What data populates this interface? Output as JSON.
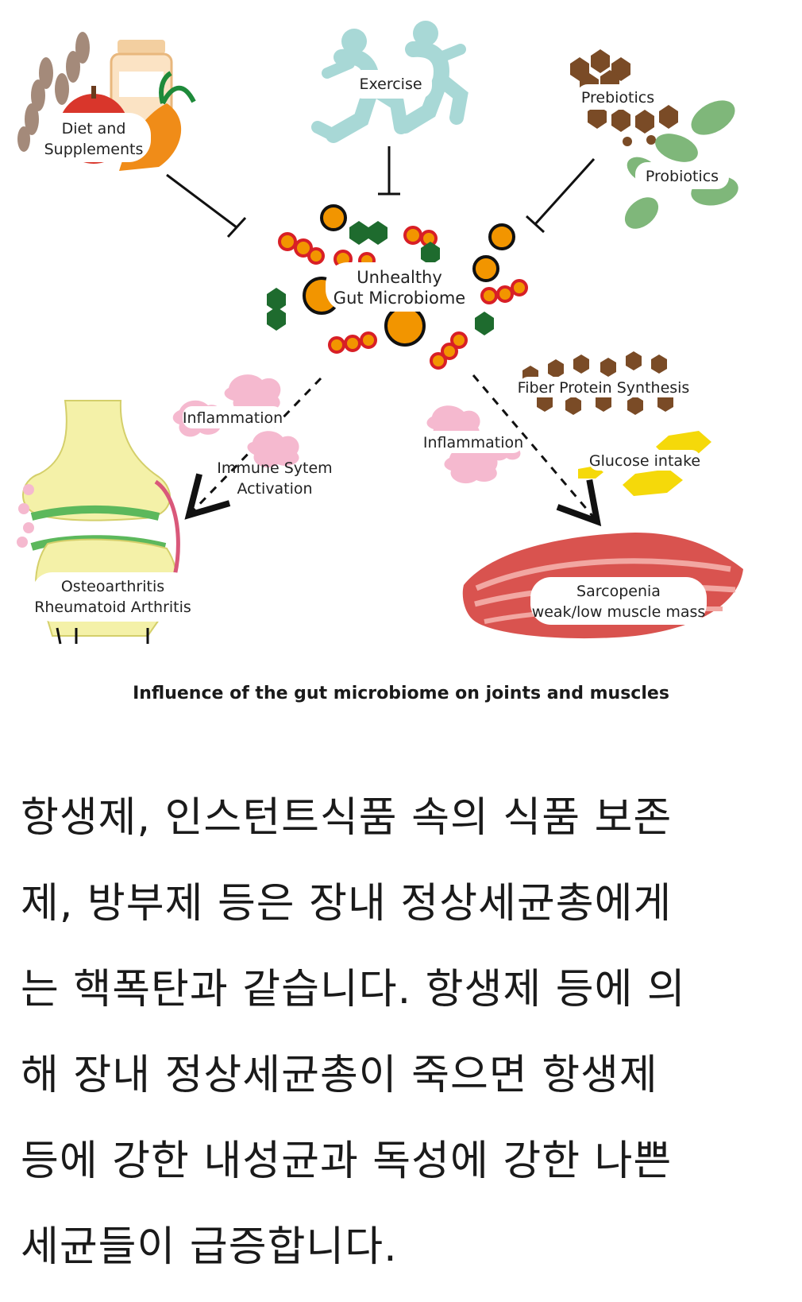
{
  "diagram": {
    "labels": {
      "diet": [
        "Diet and",
        "Supplements"
      ],
      "exercise": "Exercise",
      "prebiotics": "Prebiotics",
      "probiotics": "Probiotics",
      "microbiome": [
        "Unhealthy",
        "Gut Microbiome"
      ],
      "inflammation_left": "Inflammation",
      "immune": [
        "Immune Sytem",
        "Activation"
      ],
      "inflammation_right": "Inflammation",
      "fiber": "Fiber Protein Synthesis",
      "glucose": "Glucose intake",
      "joint_conditions": [
        "Osteoarthritis",
        "Rheumatoid Arthritis"
      ],
      "sarcopenia": [
        "Sarcopenia",
        "weak/low muscle mass"
      ]
    },
    "caption": "Influence of the gut microbiome on joints and muscles",
    "colors": {
      "microbe_orange": "#f29500",
      "microbe_red": "#d81f26",
      "microbe_green": "#1e6b2e",
      "runner": "#a8d8d6",
      "probiotic": "#7fb77a",
      "prebiotic": "#7a4b26",
      "inflammation": "#f5b9cf",
      "bone": "#f4f1a8",
      "cartilage": "#5cb85c",
      "muscle": "#d9534f",
      "glucose": "#f5d90a"
    }
  },
  "body_text": {
    "lines": [
      "항생제, 인스턴트식품 속의 식품 보존",
      "제, 방부제 등은 장내 정상세균총에게",
      "는 핵폭탄과 같습니다. 항생제 등에 의",
      "해 장내 정상세균총이 죽으면 항생제",
      "등에 강한 내성균과 독성에 강한 나쁜",
      "세균들이 급증합니다."
    ]
  }
}
